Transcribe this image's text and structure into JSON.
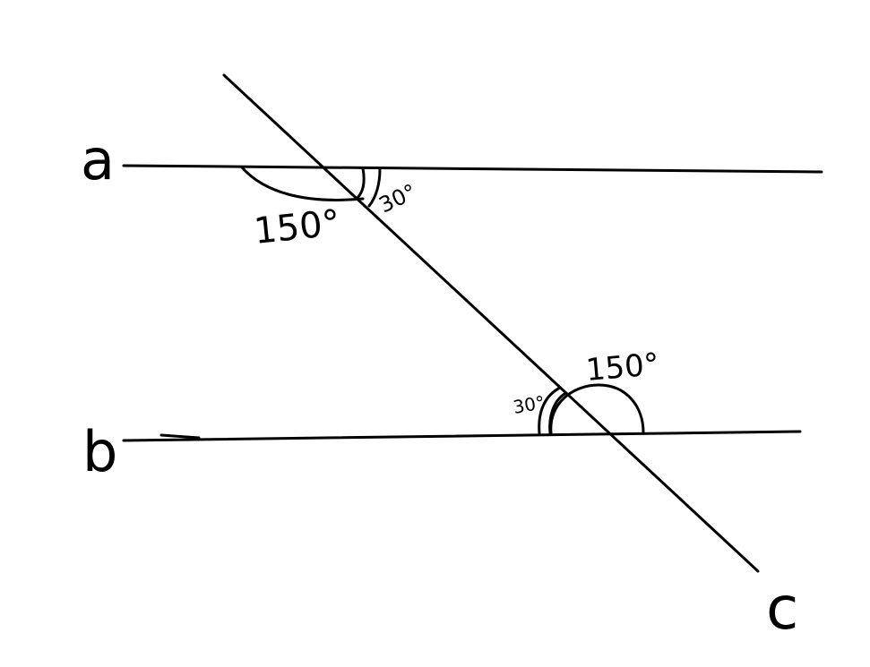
{
  "lines": {
    "a": {
      "label": "a"
    },
    "b": {
      "label": "b"
    },
    "c": {
      "label": "c"
    }
  },
  "angles": {
    "top_obtuse": "150°",
    "top_acute": "30°",
    "bottom_obtuse": "150°",
    "bottom_acute": "30°"
  },
  "colors": {
    "ink": "#000000",
    "background": "#ffffff"
  }
}
